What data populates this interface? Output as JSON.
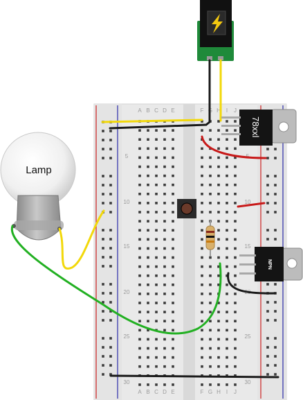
{
  "breadboard": {
    "column_letters_left": [
      "A",
      "B",
      "C",
      "D",
      "E"
    ],
    "column_letters_right": [
      "F",
      "G",
      "H",
      "I",
      "J"
    ],
    "row_numbers": [
      "5",
      "10",
      "15",
      "20",
      "25",
      "30"
    ]
  },
  "lamp": {
    "label": "Lamp"
  },
  "regulator": {
    "label": "78xxl"
  },
  "transistor": {
    "label": "NPN"
  },
  "colors": {
    "board": "#e8e8e8",
    "rail_red": "#cc2222",
    "rail_blue": "#2a2aa8",
    "wire_yellow": "#f2d80a",
    "wire_black": "#1a1a1a",
    "wire_red": "#c81a1a",
    "wire_green": "#22b022",
    "pcb_green": "#1f8a3a"
  }
}
